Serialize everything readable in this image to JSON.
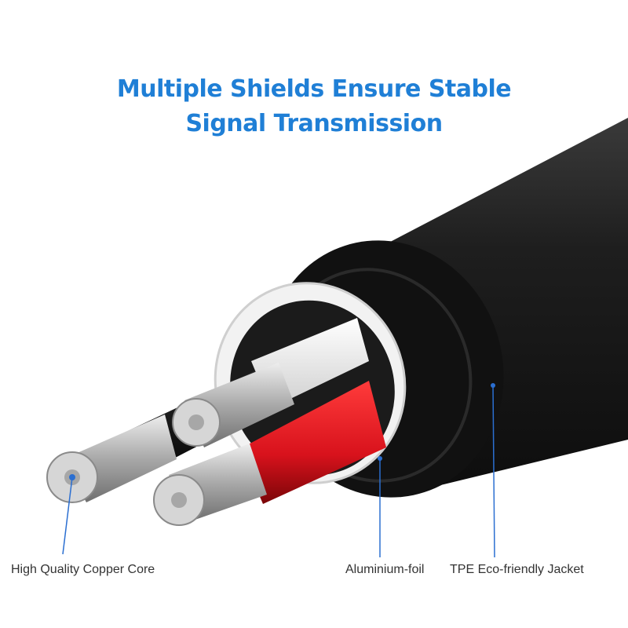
{
  "headline": {
    "line1": "Multiple Shields Ensure Stable",
    "line2": "Signal Transmission"
  },
  "callouts": {
    "copper_core": "High Quality Copper Core",
    "aluminium_foil": "Aluminium-foil",
    "jacket": "TPE Eco-friendly Jacket"
  },
  "colors": {
    "headline": "#1f7fd6",
    "callout_line": "#2b6fd1",
    "jacket": "#1a1a1a",
    "foil": "#f2f2f2",
    "red_wire": "#d8121c",
    "white_wire": "#f4f4f4",
    "black_wire": "#151515",
    "copper": "#c9c9c9"
  }
}
